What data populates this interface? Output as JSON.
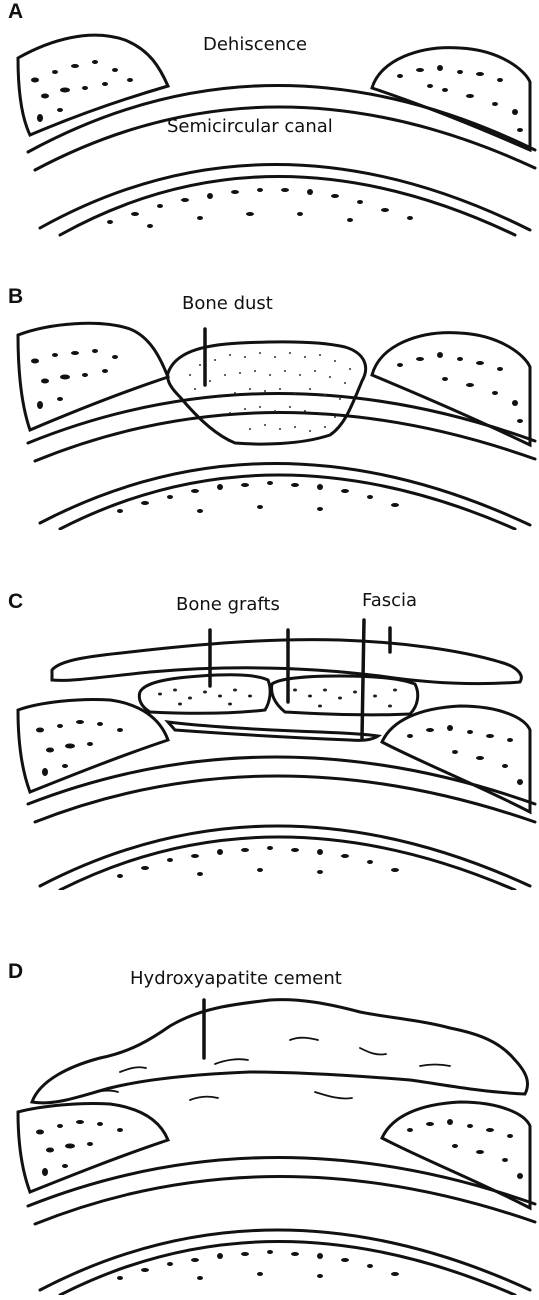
{
  "panels": [
    {
      "letter": "A",
      "labels": [
        "Dehiscence",
        "Semicircular canal"
      ]
    },
    {
      "letter": "B",
      "labels": [
        "Bone dust"
      ]
    },
    {
      "letter": "C",
      "labels": [
        "Bone grafts",
        "Fascia"
      ]
    },
    {
      "letter": "D",
      "labels": [
        "Hydroxyapatite cement"
      ]
    }
  ],
  "colors": {
    "ink": "#111111",
    "background": "#ffffff"
  }
}
